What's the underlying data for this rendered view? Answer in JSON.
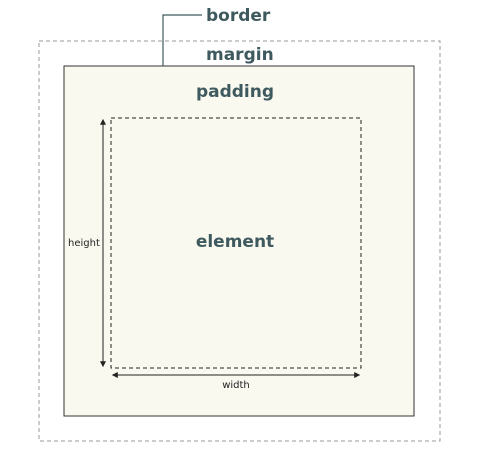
{
  "diagram": {
    "labels": {
      "border": "border",
      "margin": "margin",
      "padding": "padding",
      "element": "element",
      "height": "height",
      "width": "width"
    },
    "colors": {
      "label_text": "#3f5a5e",
      "padding_fill": "#f9f9f0",
      "border_stroke": "#333333",
      "margin_stroke": "#9a9a9a",
      "element_stroke": "#222222",
      "callout_line": "#3f5a5e"
    }
  }
}
